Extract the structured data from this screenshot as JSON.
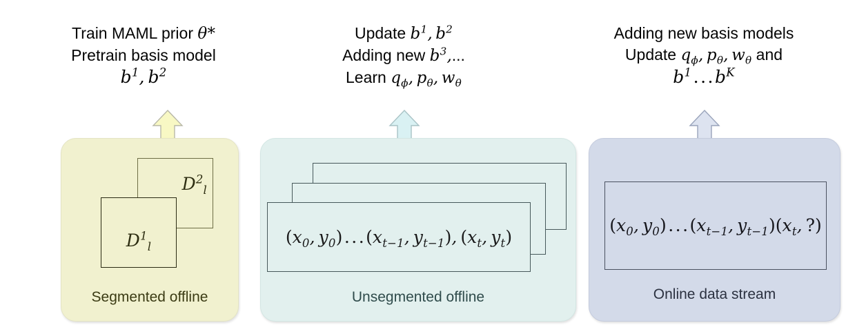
{
  "diagram": {
    "title": "Continual learning pipeline stages",
    "background": "#ffffff",
    "stages": [
      {
        "id": "segmented-offline",
        "caption_lines": [
          "Train MAML prior θ*",
          "Pretrain basis model",
          "b¹, b²"
        ],
        "panel_label": "Segmented offline",
        "panel_color": "#f1f1cf",
        "arrow_color": "#f7f7c0",
        "boxes": [
          {
            "id": "D2",
            "label": "D²ₗ"
          },
          {
            "id": "D1",
            "label": "D¹ₗ"
          }
        ]
      },
      {
        "id": "unsegmented-offline",
        "caption_lines": [
          "Update b¹, b²",
          "Adding new b³,...",
          "Learn qϕ, pθ, wθ"
        ],
        "panel_label": "Unsegmented offline",
        "panel_color": "#e2f0ee",
        "arrow_color": "#d7f0f2",
        "card_count": 3,
        "card_text": "(x₀, y₀)…(xₜ₋₁, yₜ₋₁), (xₜ, yₜ)"
      },
      {
        "id": "online-data-stream",
        "caption_lines": [
          "Adding new basis models",
          "Update qϕ, pθ, wθ and",
          "b¹ . . . bᴷ"
        ],
        "panel_label": "Online data stream",
        "panel_color": "#d3dae9",
        "arrow_color": "#dae1ee",
        "box_text": "(x₀, y₀)…(xₜ₋₁, yₜ₋₁)(xₜ, ?)"
      }
    ]
  }
}
